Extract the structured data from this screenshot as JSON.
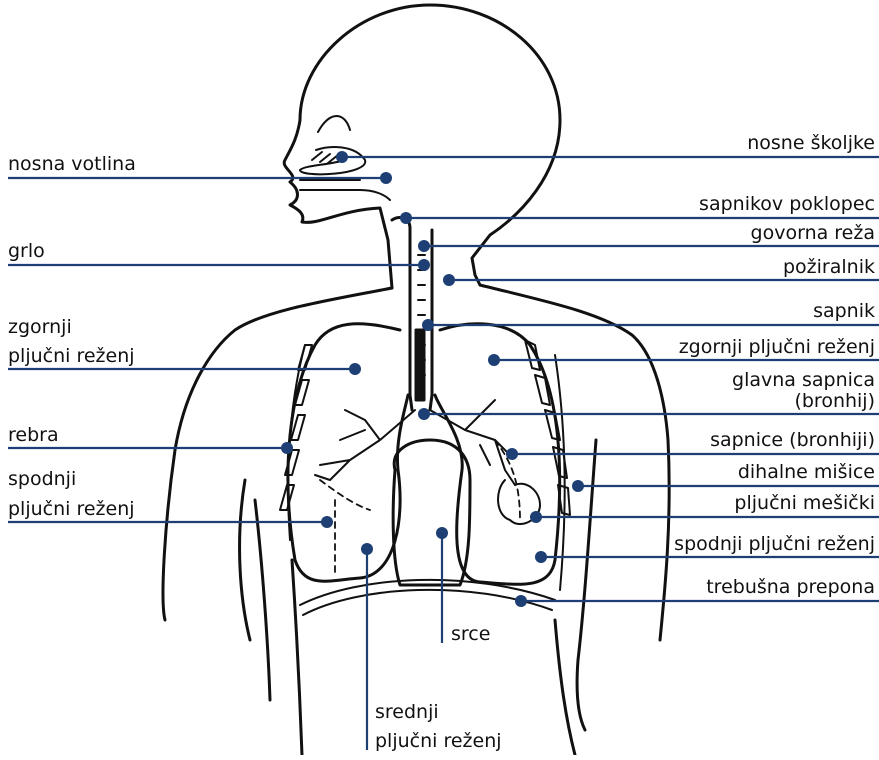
{
  "colors": {
    "leader": "#1d3f73",
    "dot": "#1d3f73",
    "ink": "#111111"
  },
  "labels": {
    "left": {
      "nosna_votlina": "nosna votlina",
      "grlo": "grlo",
      "zgornji_1": "zgornji",
      "zgornji_2": "pljučni reženj",
      "rebra": "rebra",
      "spodnji_1": "spodnji",
      "spodnji_2": "pljučni reženj"
    },
    "right": {
      "nosne_skoljke": "nosne školjke",
      "sapnikov_poklopec": "sapnikov poklopec",
      "govorna_reza": "govorna reža",
      "poziralnik": "požiralnik",
      "sapnik": "sapnik",
      "zgornji_pljucni_rezenj": "zgornji pljučni reženj",
      "glavna_sapnica_1": "glavna sapnica",
      "glavna_sapnica_2": "(bronhij)",
      "sapnice": "sapnice (bronhiji)",
      "dihalne_misice": "dihalne mišice",
      "pljucni_mesicki": "pljučni mešički",
      "spodnji_pljucni_rezenj": "spodnji pljučni reženj",
      "trebusna_prepona": "trebušna prepona"
    },
    "bottom": {
      "srce": "srce",
      "srednji_1": "srednji",
      "srednji_2": "pljučni reženj"
    }
  }
}
